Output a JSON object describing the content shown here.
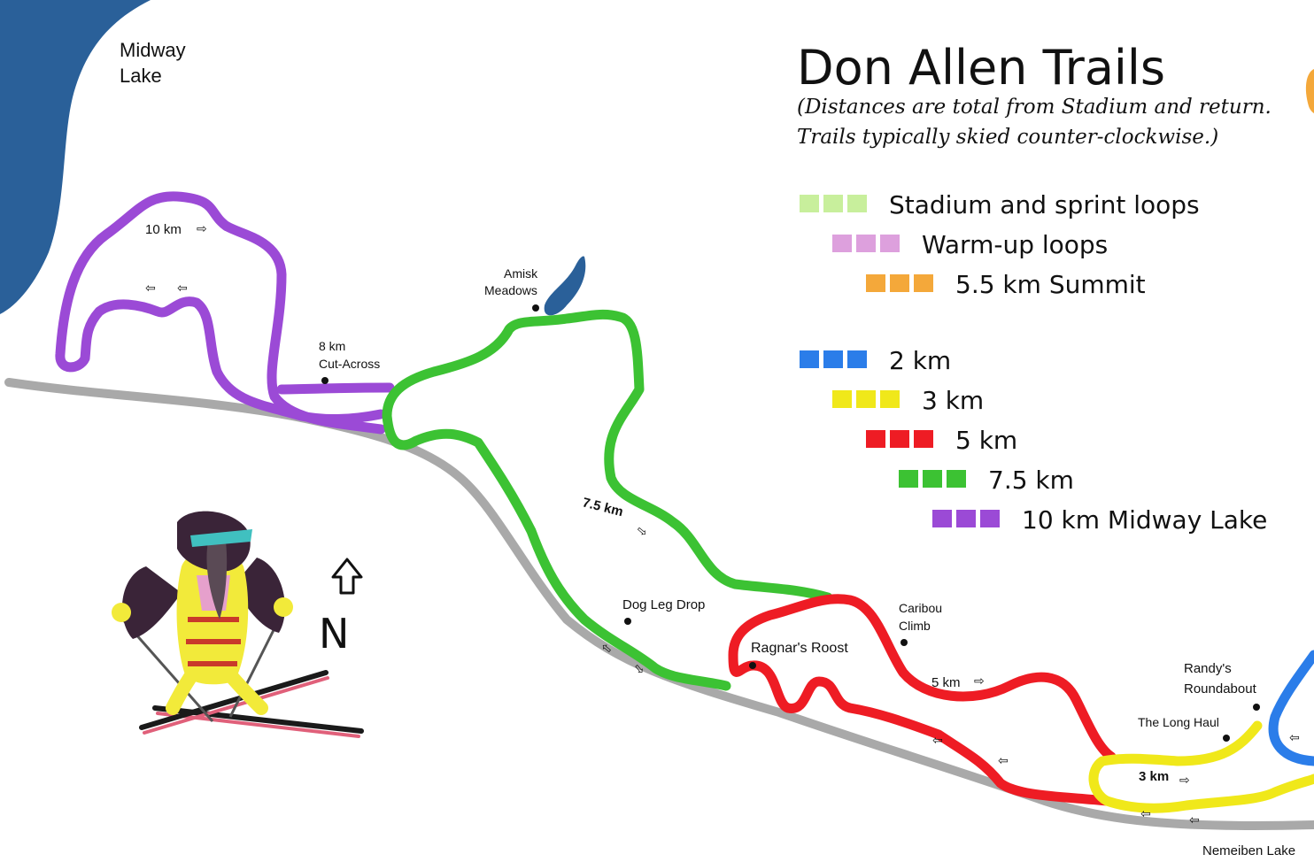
{
  "title": "Don Allen Trails",
  "subtitle_lines": [
    "(Distances are total from Stadium and return.",
    "Trails typically skied counter-clockwise.)"
  ],
  "legend": [
    {
      "label": "Stadium and sprint loops",
      "color": "#c8ef9c"
    },
    {
      "label": "Warm-up loops",
      "color": "#dda0dd"
    },
    {
      "label": "5.5 km Summit",
      "color": "#f4a83a"
    },
    {
      "label": "2 km",
      "color": "#2b7de9"
    },
    {
      "label": "3 km",
      "color": "#f0e81a"
    },
    {
      "label": "5 km",
      "color": "#ee1c24"
    },
    {
      "label": "7.5 km",
      "color": "#3cc233"
    },
    {
      "label": "10 km Midway Lake",
      "color": "#9b4ad6"
    }
  ],
  "places": {
    "midway_lake": [
      "Midway",
      "Lake"
    ],
    "amisk_meadows": [
      "Amisk",
      "Meadows"
    ],
    "cut_across": [
      "8 km",
      "Cut-Across"
    ],
    "dog_leg_drop": "Dog Leg Drop",
    "ragnars_roost": "Ragnar's Roost",
    "caribou_climb": [
      "Caribou",
      "Climb"
    ],
    "randys_roundabout": [
      "Randy's",
      "Roundabout"
    ],
    "long_haul": "The Long Haul",
    "nemeiben": "Nemeiben Lake"
  },
  "trail_labels": {
    "ten_km": "10 km",
    "seven_five_km": "7.5 km",
    "five_km": "5 km",
    "three_km": "3 km"
  },
  "compass": "N",
  "colors": {
    "lake": "#2a6099",
    "road": "#a9a9a9",
    "purple": "#9b4ad6",
    "green": "#3cc233",
    "red": "#ee1c24",
    "yellow": "#f0e81a",
    "blue": "#2b7de9",
    "orange": "#f4a83a"
  },
  "icons": [
    "north-arrow-icon",
    "skier-mascot-icon",
    "direction-arrow-icon"
  ]
}
